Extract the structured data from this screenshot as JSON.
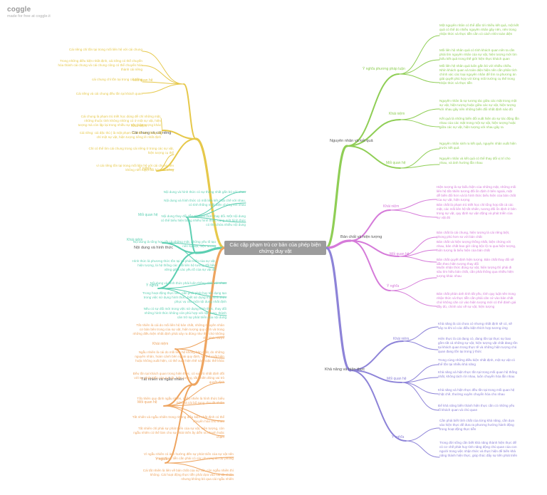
{
  "app": {
    "name": "coggle",
    "tagline": "made for free at coggle.it"
  },
  "colors": {
    "yellow": "#e6c84a",
    "teal": "#5ccfb2",
    "orange": "#eea45f",
    "green": "#8fce55",
    "magenta": "#d57ad9",
    "purple": "#8d83d8",
    "root_bg": "#9c9c9c"
  },
  "map": {
    "root": "Các cặp phạm trù cơ bản của phép biện chứng duy vật",
    "branches": [
      {
        "id": "y",
        "label": "Cái chung và cái riêng",
        "color": "yellow",
        "side": "left",
        "children": [
          {
            "label": "Mối quan hệ",
            "children": [
              "Cái riêng chỉ tồn tại trong mối liên hệ với cái chung",
              "Trong những điều kiện nhất định, cái riêng có thể chuyển hóa thành cái chung và cái chung cũng có thể chuyển hóa thành cái riêng",
              "cái chung chỉ tồn tại trong cái riêng",
              "Cái riêng và cái chung đều tồn tại khách quan"
            ]
          },
          {
            "label": "Khái niệm",
            "children": [
              "Cái chung là phạm trù triết học dùng để chỉ những mặt, những thuộc tính không những có ở một sự vật, hiện tượng mà còn lặp lại trong nhiều sự vật, hiện tượng khác",
              "Cái riêng: cái đặc thù | là mặt phạm trù triết học dùng để chỉ một sự vật, hiện tượng riêng lẻ nhất định"
            ]
          },
          {
            "label": "Ý nghĩa",
            "children": [
              "Chỉ có thể tìm cái chung trong cái riêng ở trong các sự vật, hiện tượng cụ thể",
              "vì cái riêng tồn tại trong mối liên hệ với cái chung nên không nên tuyệt đối hóa cái riêng"
            ]
          }
        ]
      },
      {
        "id": "t",
        "label": "Nội dung và hình thức",
        "color": "teal",
        "side": "left",
        "children": [
          {
            "label": "Mối quan hệ",
            "children": [
              "Nội dung và hình thức có sự thống nhất gắn bó với nhau",
              "Nội dung và hình thức có mối liên kết chặt chẽ với nhau, có tính thống nhất biện chứng với nhau",
              "Nội dung thay đổi dẫn tới hình thức thay đổi. Một nội dung có thể biểu hiện bằng nhiều hình thức, cùng một hình thức có thể chứa nhiều nội dung"
            ]
          },
          {
            "label": "Khái niệm",
            "children": [
              "Nội dung là tổng hợp tất cả những mặt, những yếu tố tạo nên sự vật, hiện tượng",
              "Hình thức là phương thức tồn tại và phát triển của sự vật, hiện tượng, là hệ thống các mối liên hệ tương đối bền vững giữa các yếu tố của sự vật đó"
            ]
          },
          {
            "label": "Ý nghĩa",
            "children": [
              "Nội dung và hình thức phải luôn thống nhất với nhau",
              "Trong hoạt động thực tiễn, cần phải phát huy tác dụng tạo trong việc sử dụng hình thức, biết sử dụng mọi hình thức phục vụ cho một nội dung nhất định",
              "Nếu có sự đổi mới trong việc sử dụng hình thức, thay đổi những hình thức không còn phù hợp với nội dung, thành cản trở sự phát triển của nội dung"
            ]
          }
        ]
      },
      {
        "id": "o",
        "label": "Tất nhiên và ngẫu nhiên",
        "color": "orange",
        "side": "left",
        "children": [
          {
            "label": "Khái niệm",
            "children": [
              "Tất nhiên là cái do mối liên hệ bản chất, những nguyên nhân cơ bản bên trong của sự vật, hiện tượng quy định và trong những điều kiện nhất định phải xảy ra đúng như thế chứ không thể khác được",
              "Ngẫu nhiên là cái do mối liên hệ không bản chất, do những nguyên nhân, hoàn cảnh bên ngoài quy định, có thể xuất hiện hoặc không xuất hiện, có thể xuất hiện thế này hoặc thế khác"
            ]
          },
          {
            "label": "Mối quan hệ",
            "children": [
              "Đều tồn tại khách quan trong hiện thực, có vai trò nhất định đối với sự phát triển của sự vật, hiện tượng, tất nhiên đóng vai trò quyết định",
              "Tất nhiên quy định ngẫu nhiên, ngẫu nhiên là hình thức biểu hiện, là cái bổ sung cho tất nhiên",
              "Tất nhiên và ngẫu nhiên trong những điều kiện nhất định có thể chuyển hóa cho nhau",
              "Tất nhiên chỉ phải sự phát triển của sự vật, hiện tượng, còn ngẫu nhiên có thể làm cho sự phát triển ấy diễn ra nhanh hoặc chậm"
            ]
          },
          {
            "label": "Ý nghĩa",
            "children": [
              "Vì ngẫu nhiên có ảnh hưởng đến sự phát triển của sự vật nên trong thực tiễn cần phải có các phương án dự phòng",
              "Cái tất nhiên là liên về bản chất của sự vật, còn ngẫu nhiên thì không. Cái hoạt động thực tiễn phải dựa vào cái tất nhiên nhưng không bỏ qua cái ngẫu nhiên"
            ]
          }
        ]
      },
      {
        "id": "g",
        "label": "Nguyên nhân và kết quả",
        "color": "green",
        "side": "right",
        "children": [
          {
            "label": "Ý nghĩa phương pháp luận",
            "children": [
              "Một nguyên nhân có thể dẫn tới nhiều kết quả, một kết quả có thể do nhiều nguyên nhân gây nên, nên trong nhận thức và thực tiễn cần có cách nhìn toàn diện",
              "Mối liên hệ nhân quả có tính khách quan nên ta cần phải tìm nguyên nhân của sự vật, hiện tượng mới tìm hiểu kết quả trong thế giới hiện thực khách quan",
              "Mối liên hệ nhân quả luôn gắn bó với nhiều chiều. Nhìn khách quan và toàn diện hiện nên cần phân tích chính xác các loại nguyên nhân để tìm ra phương án giải quyết phù hợp với từng môi trường cụ thể trong nhận thức và thực tiễn"
            ]
          },
          {
            "label": "Khái niệm",
            "children": [
              "Nguyên nhân là sự tương tác giữa các mặt trong một sự vật, hiện tượng hoặc giữa các sự vật, hiện tượng với nhau gây nên những biến đổi nhất định nào đó",
              "Kết quả là những biến đổi xuất hiện do sự tác động lẫn nhau của các mặt trong một sự vật, hiện tượng hoặc giữa các sự vật, hiện tượng với nhau gây ra"
            ]
          },
          {
            "label": "Mối quan hệ",
            "children": [
              "Nguyên nhân sinh ra kết quả, nguyên nhân xuất hiện trước kết quả",
              "Nguyên nhân và kết quả có thể thay đổi vị trí cho nhau, và ảnh hưởng lẫn nhau"
            ]
          }
        ]
      },
      {
        "id": "m",
        "label": "Bản chất và hiện tượng",
        "color": "magenta",
        "side": "right",
        "children": [
          {
            "label": "Khái niệm",
            "children": [
              "Hiện tượng là sự biểu hiện của những mặt, những mối liên hệ tất nhiên tương đối ổn định ở bên ngoài, mặt dễ biến đổi hơn và là hình thức biểu hiện của bản chất của sự vật, hiện tượng",
              "Bản chất là phạm trù triết học chỉ tổng hợp tất cả các mặt, các mối liên hệ tất nhiên, tương đối ổn định ở bên trong sự vật, quy định sự vận động và phát triển của sự vật đó"
            ]
          },
          {
            "label": "Mối quan hệ",
            "children": [
              "Bản chất là cái chung, hiện tượng là cái riêng biệt, phong phú hơn so với bản chất",
              "Bản chất và hiện tượng thống nhất, biện chứng với nhau, bản chất bao giờ cũng bộc lộ ra qua hiện tượng, hiện tượng là biểu hiện của bản chất",
              "Bản chất quyết định hiện tượng. Bản chất thay đổi sẽ dẫn theo hiện tượng thay đổi"
            ]
          },
          {
            "label": "Ý nghĩa",
            "children": [
              "Muốn nhận thức đúng sự vật, hiện tượng thì phải đi sâu tìm hiểu bản chất, cần phải thông qua nhiều hiện tượng khác nhau",
              "Bản chất phản ánh tính tất yếu, tính quy luật nên trong nhận thức và thực tiễn cần phải căn cứ vào bản chất chứ không căn cứ vào hiện tượng mới có thể đánh giá đầy đủ, chính xác về sự vật, hiện tượng"
            ]
          }
        ]
      },
      {
        "id": "p",
        "label": "Khả năng và hiện thực",
        "color": "purple",
        "side": "right",
        "children": [
          {
            "label": "Khái niệm",
            "children": [
              "Khả năng là cái chưa có nhưng nhất định sẽ có, sẽ xảy ra khi có các điều kiện thích hợp tương ứng",
              "Hiện thực là cái đang có, đang tồn tại thực sự bao gồm tất cả những sự vật, hiện tượng vật chất đang tồn tại khách quan trong thực tế và những hiện tượng chủ quan đang tồn tại trong ý thức"
            ]
          },
          {
            "label": "Mối quan hệ",
            "children": [
              "Trong cùng những điều kiện nhất định, một sự vật có thể tồn tại nhiều khả năng",
              "Khả năng và hiện thực tồn tại trong mối quan hệ thống nhất, không tách rời nhau, luôn chuyển hóa lẫn nhau",
              "Khả năng và hiện thực đều tồn tại trong mối quan hệ chặt chẽ, thường xuyên chuyển hóa cho nhau",
              "Để khả năng biến thành hiện thực cần có những yếu tố khách quan và chủ quan"
            ]
          },
          {
            "label": "Ý nghĩa",
            "children": [
              "Cần phải biết tính chất của từng khả năng, cần dựa vào hiện thực để đưa ra phương hướng hành động trong hoạt động thực tiễn",
              "Trong đời sống cần biết khả năng thành hiện thực để có cơ chế phát huy tính năng động chủ quan của con người trong việc nhận thức và thực hiện để biến khả năng thành hiện thực, giúp thúc đẩy sự tiến phát triển"
            ]
          }
        ]
      }
    ]
  }
}
